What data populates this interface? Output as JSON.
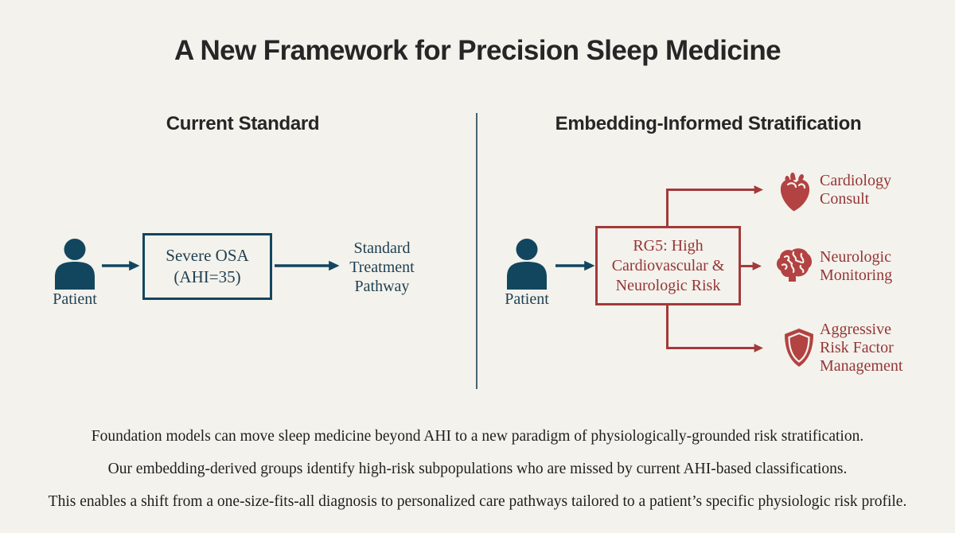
{
  "title": "A New Framework for Precision Sleep Medicine",
  "left_panel": {
    "header": "Current Standard",
    "patient_label": "Patient",
    "diagnosis_box_lines": [
      "Severe OSA",
      "(AHI=35)"
    ],
    "outcome_lines": [
      "Standard",
      "Treatment",
      "Pathway"
    ]
  },
  "right_panel": {
    "header": "Embedding-Informed Stratification",
    "patient_label": "Patient",
    "risk_box_lines": [
      "RG5: High",
      "Cardiovascular &",
      "Neurologic Risk"
    ],
    "branches": [
      {
        "icon": "heart-icon",
        "label_lines": [
          "Cardiology",
          "Consult"
        ]
      },
      {
        "icon": "brain-icon",
        "label_lines": [
          "Neurologic",
          "Monitoring"
        ]
      },
      {
        "icon": "shield-icon",
        "label_lines": [
          "Aggressive",
          "Risk Factor",
          "Management"
        ]
      }
    ]
  },
  "footer_lines": [
    "Foundation models can move sleep medicine beyond AHI to a new paradigm of physiologically-grounded risk stratification.",
    "Our embedding-derived groups identify high-risk subpopulations who are missed by current AHI-based classifications.",
    "This enables a shift from a one-size-fits-all diagnosis to personalized care pathways tailored to a patient’s specific physiologic risk profile."
  ],
  "colors": {
    "background": "#f4f2ec",
    "navy": "#12465f",
    "navy_text": "#1d3f52",
    "red": "#a33a3a",
    "red_text": "#943636",
    "red_icon": "#b34242",
    "divider": "#476570",
    "heading_text": "#262626",
    "body_text": "#1f1f1f"
  }
}
